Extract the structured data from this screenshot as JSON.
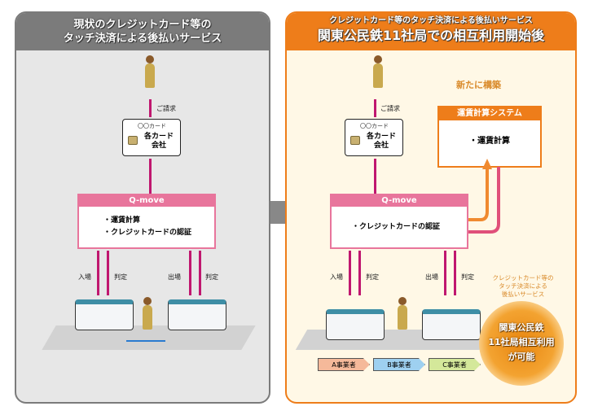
{
  "left": {
    "title_line1": "現状のクレジットカード等の",
    "title_line2": "タッチ決済による後払いサービス",
    "billing": "ご請求",
    "card": {
      "label": "〇〇カード",
      "name_line1": "各カード",
      "name_line2": "会社"
    },
    "qmove": {
      "title": "Q-move",
      "items": [
        "・運賃計算",
        "・クレジットカードの認証"
      ]
    },
    "entry": "入場",
    "judge1": "判定",
    "exit": "出場",
    "judge2": "判定"
  },
  "right": {
    "subtitle": "クレジットカード等のタッチ決済による後払いサービス",
    "title": "関東公民鉄11社局での相互利用開始後",
    "billing": "ご請求",
    "card": {
      "label": "〇〇カード",
      "name_line1": "各カード",
      "name_line2": "会社"
    },
    "new_build": "新たに構築",
    "fare_system": {
      "title": "運賃計算システム",
      "item": "・運賃計算"
    },
    "qmove": {
      "title": "Q-move",
      "item": "・クレジットカードの認証"
    },
    "entry": "入場",
    "judge1": "判定",
    "exit": "出場",
    "judge2": "判定",
    "operators": [
      "A事業者",
      "B事業者",
      "C事業者"
    ],
    "callout": [
      "クレジットカード等の",
      "タッチ決済による",
      "後払いサービス"
    ],
    "badge": [
      "関東公民鉄",
      "11社局相互利用",
      "が可能"
    ]
  },
  "colors": {
    "left_header": "#7b7b7b",
    "right_header": "#ee7d1a",
    "qmove": "#e8759c",
    "arrow": "#c0176f"
  }
}
